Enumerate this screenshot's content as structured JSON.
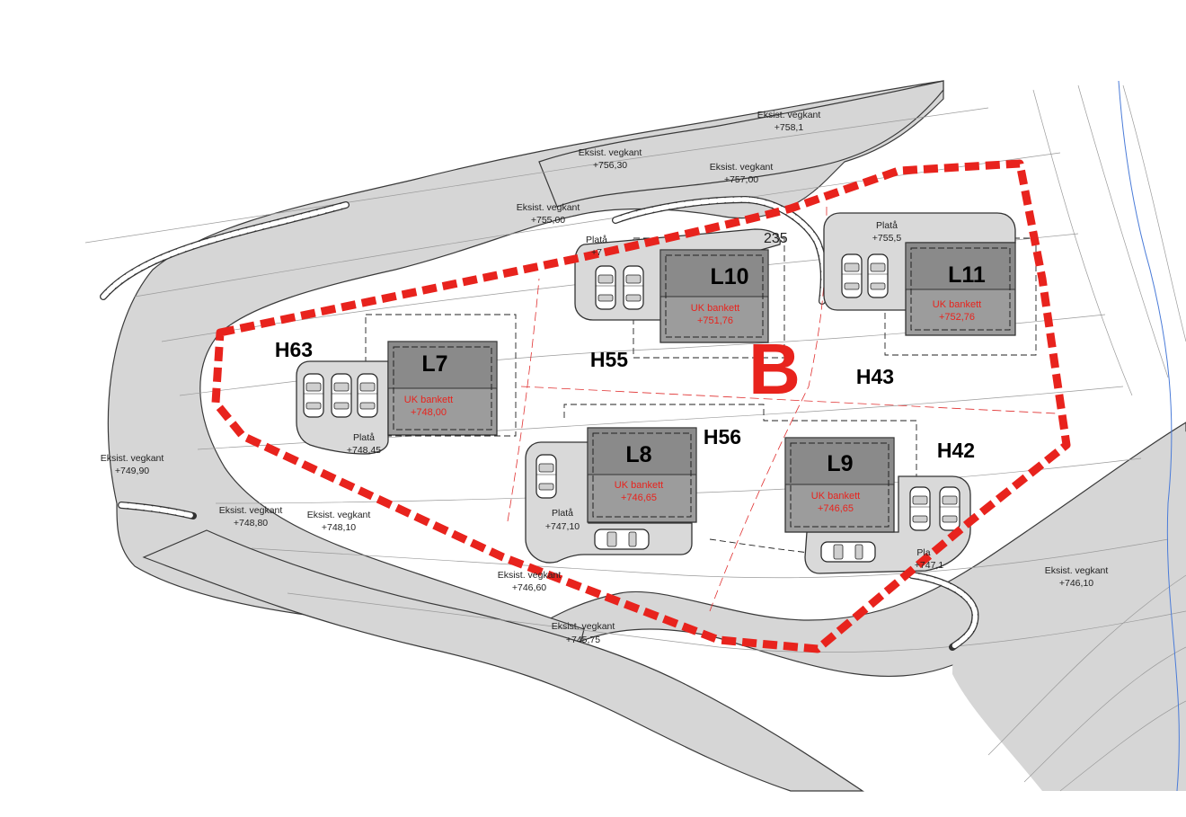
{
  "area_label": "B",
  "fragment_label": "235",
  "colors": {
    "boundary": "#e8231d",
    "road": "#d6d6d6",
    "building": "#9c9c9c",
    "stream": "#4a7bd8"
  },
  "buildings": [
    {
      "id": "L7",
      "line1": "UK bankett",
      "line2": "+748,00"
    },
    {
      "id": "L8",
      "line1": "UK bankett",
      "line2": "+746,65"
    },
    {
      "id": "L9",
      "line1": "UK bankett",
      "line2": "+746,65"
    },
    {
      "id": "L10",
      "line1": "UK bankett",
      "line2": "+751,76"
    },
    {
      "id": "L11",
      "line1": "UK bankett",
      "line2": "+752,76"
    }
  ],
  "plots": [
    "H63",
    "H55",
    "H43",
    "H56",
    "H42"
  ],
  "plateaus": [
    {
      "line1": "Platå",
      "line2": "+748,45"
    },
    {
      "line1": "Platå",
      "line2": "+747,10"
    },
    {
      "line1": "Platå",
      "line2": "+755,5"
    },
    {
      "line1": "Platå",
      "line2": "+7"
    },
    {
      "line1": "Pla",
      "line2": "+747,1"
    }
  ],
  "road_levels": [
    {
      "line1": "Eksist. vegkant",
      "line2": "+758,1"
    },
    {
      "line1": "Eksist. vegkant",
      "line2": "+756,30"
    },
    {
      "line1": "Eksist. vegkant",
      "line2": "+757,00"
    },
    {
      "line1": "Eksist. vegkant",
      "line2": "+755,00"
    },
    {
      "line1": "Eksist. vegkant",
      "line2": "+749,90"
    },
    {
      "line1": "Eksist. vegkant",
      "line2": "+748,80"
    },
    {
      "line1": "Eksist. vegkant",
      "line2": "+748,10"
    },
    {
      "line1": "Eksist. vegkant",
      "line2": "+746,60"
    },
    {
      "line1": "Eksist. vegkant",
      "line2": "+745,75"
    },
    {
      "line1": "Eksist. vegkant",
      "line2": "+746,10"
    }
  ]
}
